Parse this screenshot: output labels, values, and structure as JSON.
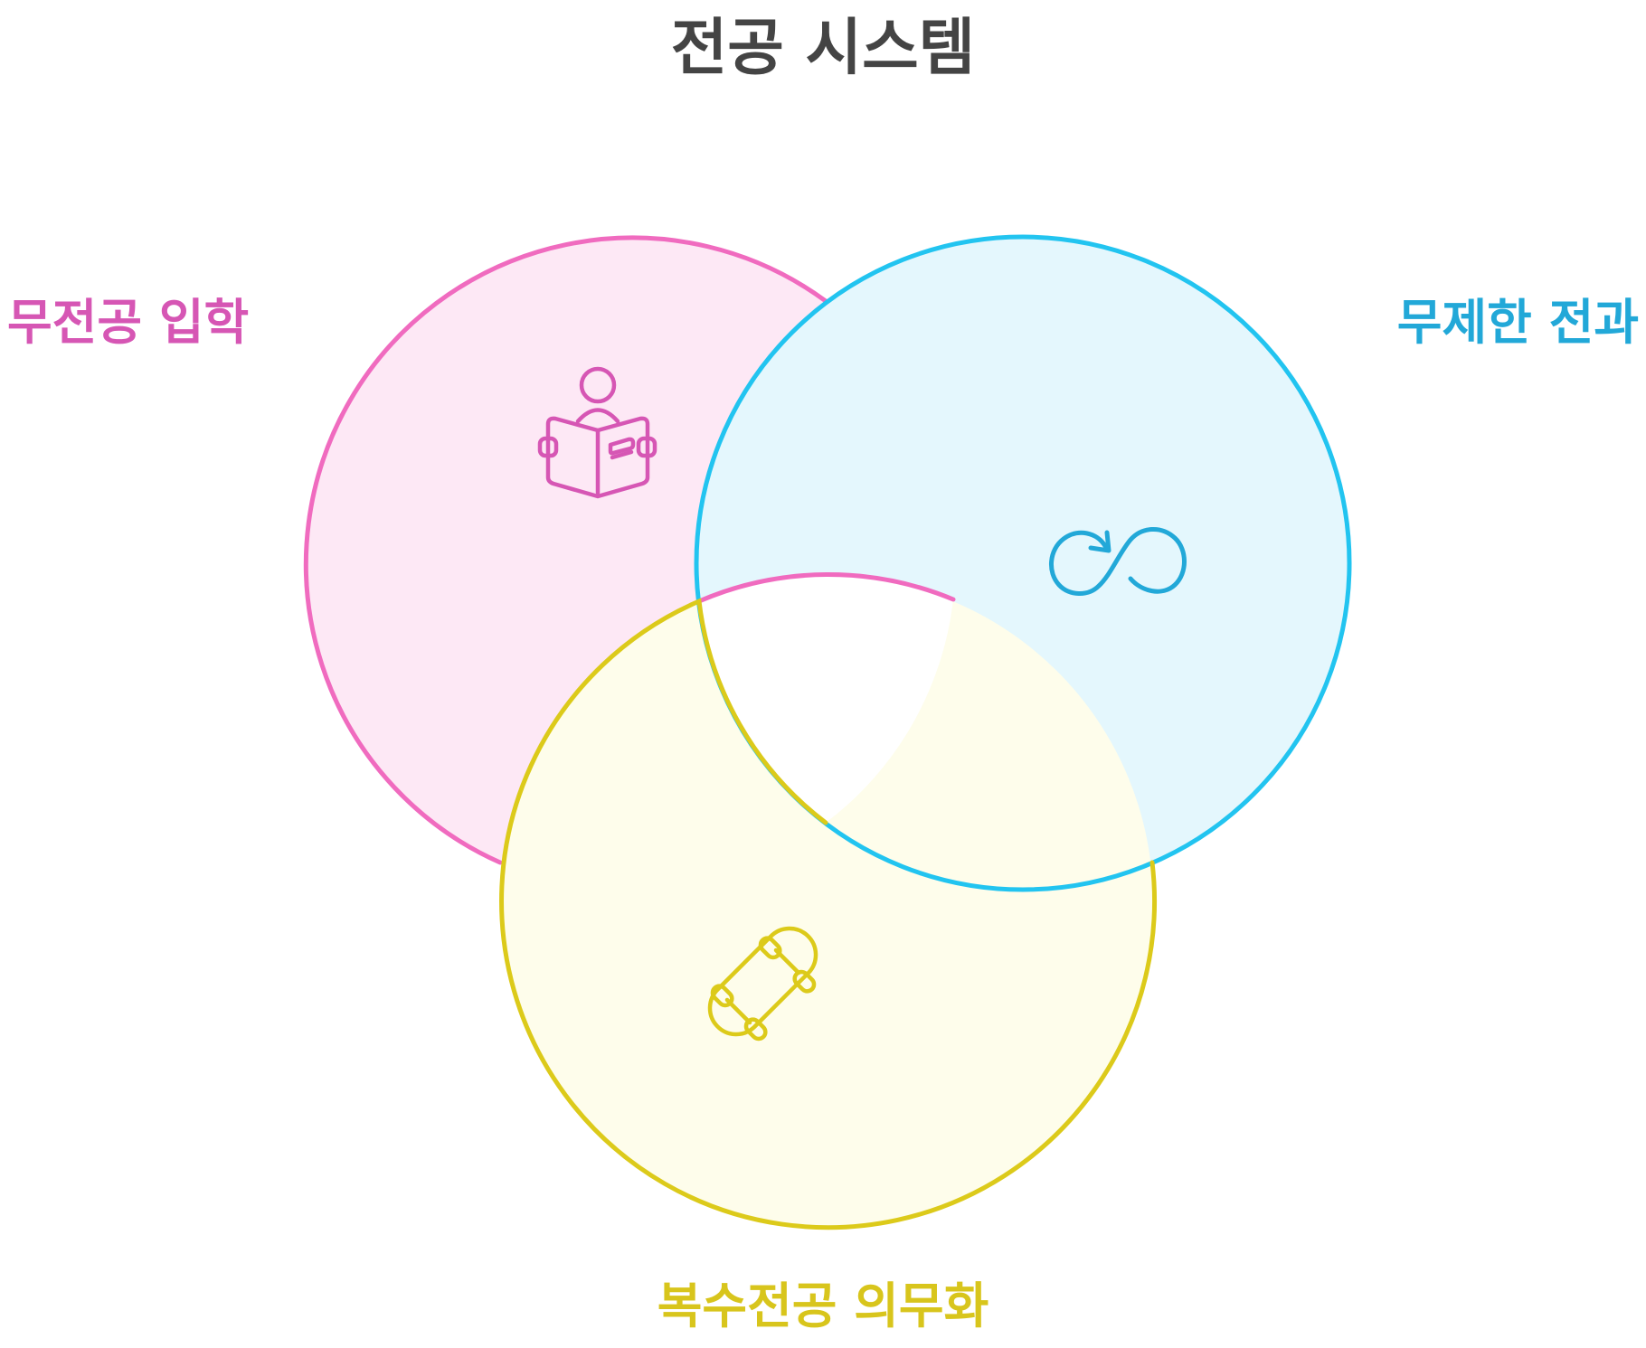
{
  "title": "전공 시스템",
  "colors": {
    "title": "#444444",
    "pink_stroke": "#f06bbf",
    "pink_fill": "#fde8f5",
    "pink_text": "#d656b4",
    "blue_stroke": "#22c4f0",
    "blue_fill": "#e4f7fd",
    "blue_text": "#22a8d8",
    "yellow_stroke": "#dcca1a",
    "yellow_fill": "#fefdeb",
    "yellow_text": "#d8c51c"
  },
  "circles": [
    {
      "label": "무전공 입학",
      "icon": "person-reading-book-icon",
      "color": "pink"
    },
    {
      "label": "무제한 전과",
      "icon": "infinity-loop-icon",
      "color": "blue"
    },
    {
      "label": "복수전공 의무화",
      "icon": "skateboard-icon",
      "color": "yellow"
    }
  ]
}
